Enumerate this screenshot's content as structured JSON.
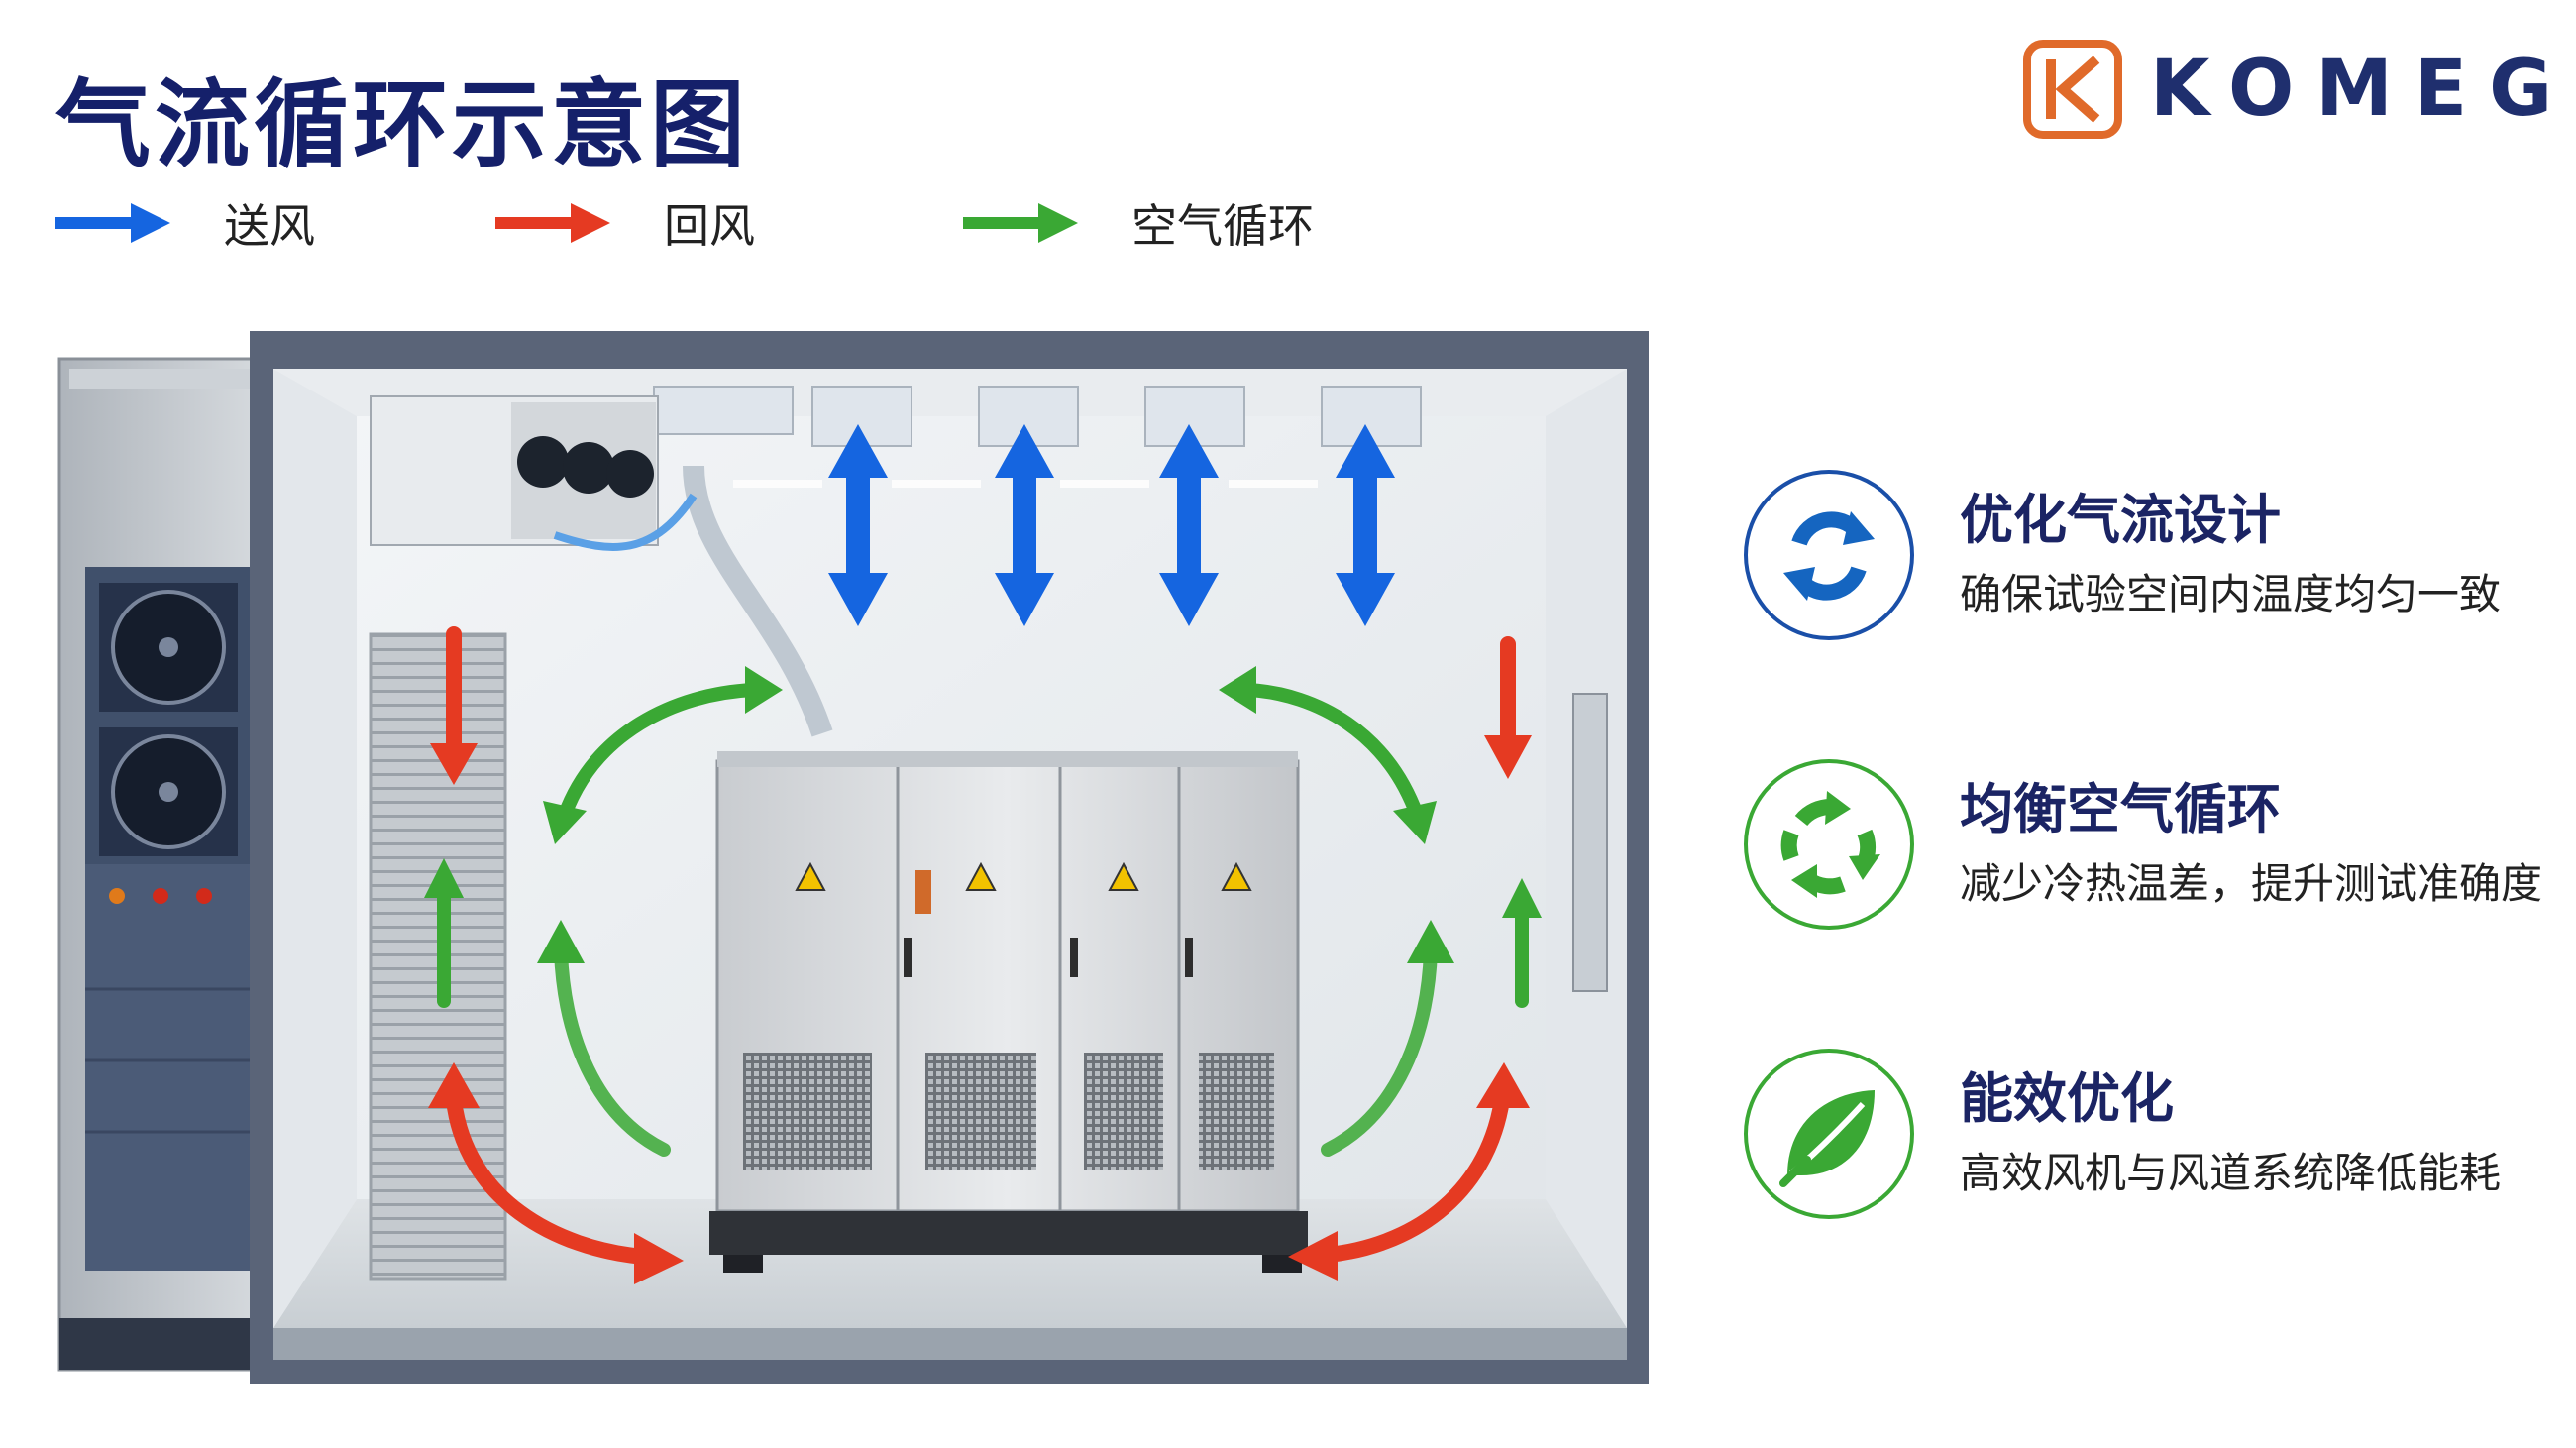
{
  "title": "气流循环示意图",
  "legend": [
    {
      "label": "送风",
      "color": "#1565e0",
      "icon": "blue-arrow-icon"
    },
    {
      "label": "回风",
      "color": "#e53a22",
      "icon": "red-arrow-icon"
    },
    {
      "label": "空气循环",
      "color": "#3aa834",
      "icon": "green-arrow-icon"
    }
  ],
  "logo": {
    "text": "KOMEG",
    "brand_color": "#e06a2a",
    "text_color": "#1f2f6e"
  },
  "features": [
    {
      "title": "优化气流设计",
      "desc": "确保试验空间内温度均匀一致",
      "icon": "blue-cycle-arrows-icon",
      "color": "#1565c0"
    },
    {
      "title": "均衡空气循环",
      "desc": "减少冷热温差，提升测试准确度",
      "icon": "green-recycle-arrows-icon",
      "color": "#3aa834"
    },
    {
      "title": "能效优化",
      "desc": "高效风机与风道系统降低能耗",
      "icon": "leaf-icon",
      "color": "#3aa834"
    }
  ]
}
